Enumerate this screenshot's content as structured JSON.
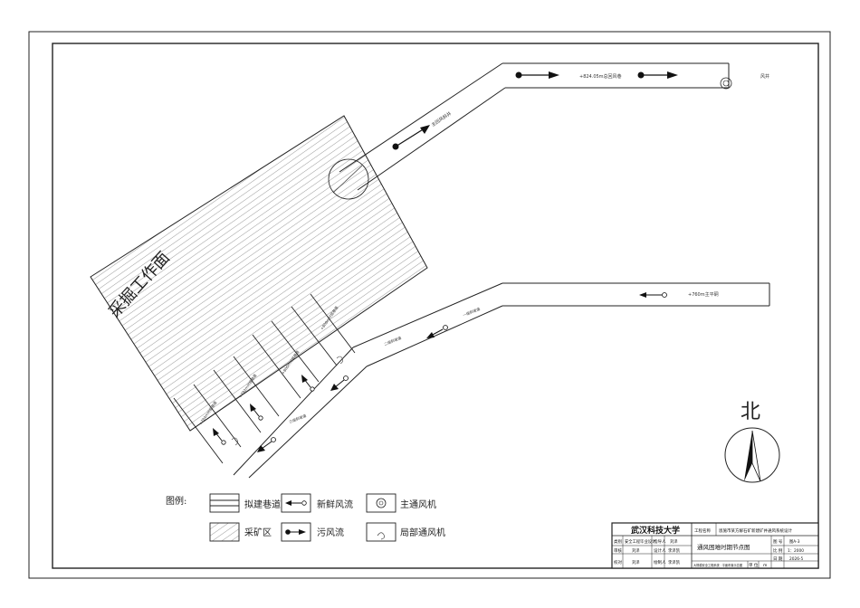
{
  "drawing": {
    "work_face_label": "采掘工作面",
    "north_label": "北",
    "return_airway_level": "+824.05m总回风巷",
    "return_shaft_label": "主回风斜井",
    "fan_station_label": "风井",
    "intake_level": "+760m主平硐",
    "intake_incline_label": "一级斜坡道",
    "second_ramp_label": "二级斜坡道",
    "third_ramp_label": "三级斜坡道",
    "sublevel_labels": [
      "+808m分层巷道",
      "+800m分层巷道",
      "+792m分层巷道",
      "+784m分层巷道"
    ]
  },
  "legend": {
    "title": "图例:",
    "items": [
      {
        "icon": "double-line",
        "label": "拟建巷道"
      },
      {
        "icon": "fresh-air-arrow",
        "label": "新鲜风流"
      },
      {
        "icon": "main-fan",
        "label": "主通风机"
      },
      {
        "icon": "hatch",
        "label": "采矿区"
      },
      {
        "icon": "foul-air-arrow",
        "label": "污风流"
      },
      {
        "icon": "local-fan",
        "label": "局部通风机"
      }
    ]
  },
  "title_block": {
    "university": "武汉科技大学",
    "project_name_label": "工程名称",
    "project_name": "恩施市某方解石矿新建矿井通风系统设计",
    "category_label": "类别",
    "category_value": "安全工程毕业设计",
    "designer_role_label": "指导人",
    "designer_role_value": "刘泽",
    "review_label": "审核",
    "review_value": "刘泽",
    "design_label": "设计人",
    "design_value": "李泽凯",
    "check_label": "校对",
    "check_value": "刘泽",
    "draw_label": "绘制人",
    "draw_value": "李泽凯",
    "drawing_title": "通风困难时期节点图",
    "drawing_number_small": "大规模安全工程系统 · 平面布置示意图",
    "unit_label": "单 位",
    "unit_value": "m",
    "sheet_no_label": "图 号",
    "sheet_no_value": "图A-3",
    "scale_label": "比 例",
    "scale_value": "1：2000",
    "date_label": "日 期",
    "date_value": "2026-5"
  }
}
